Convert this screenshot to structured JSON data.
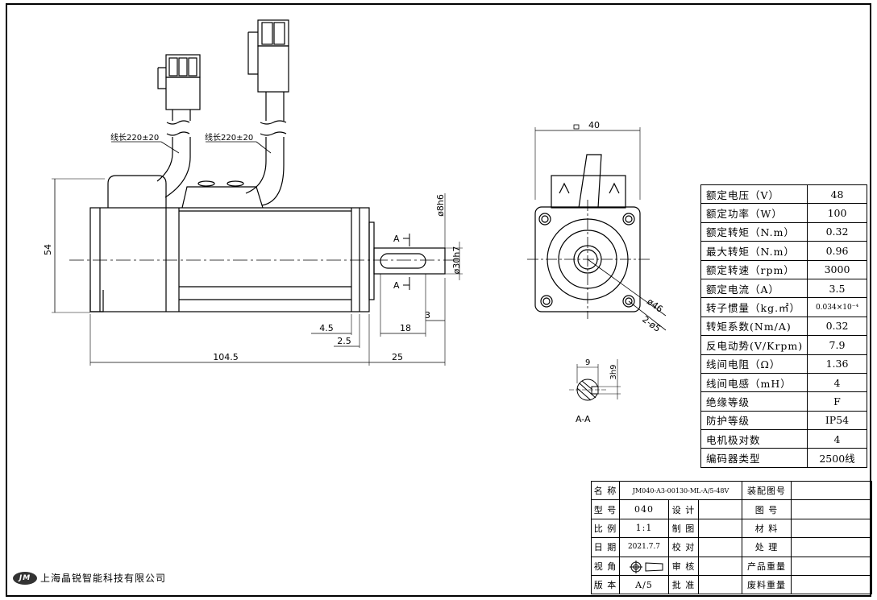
{
  "drawing": {
    "side_view": {
      "cable_labels": [
        "线长220±20",
        "线长220±20"
      ],
      "dimensions": {
        "height": "54",
        "total_length": "104.5",
        "shaft_length": "25",
        "key_length": "18",
        "key_offset": "3",
        "flange_width": "4.5",
        "spigot_width": "2.5",
        "shaft_dia": "ø8h6",
        "spigot_dia": "ø30h7"
      },
      "section_marks": [
        "A",
        "A"
      ]
    },
    "front_view": {
      "width_dim": "40",
      "bolt_circle": "ø46",
      "holes": "2-ø5"
    },
    "section": {
      "label": "A-A",
      "key_width": "9",
      "key_height": "3h9"
    }
  },
  "specs": [
    {
      "label": "额定电压（V）",
      "value": "48"
    },
    {
      "label": "额定功率（W）",
      "value": "100"
    },
    {
      "label": "额定转矩（N.m）",
      "value": "0.32"
    },
    {
      "label": "最大转矩（N.m）",
      "value": "0.96"
    },
    {
      "label": "额定转速（rpm）",
      "value": "3000"
    },
    {
      "label": "额定电流（A）",
      "value": "3.5"
    },
    {
      "label": "转子惯量（kg.㎡）",
      "value": "0.034×10⁻⁴"
    },
    {
      "label": "转矩系数(Nm/A)",
      "value": "0.32"
    },
    {
      "label": "反电动势(V/Krpm)",
      "value": "7.9"
    },
    {
      "label": "线间电阻（Ω）",
      "value": "1.36"
    },
    {
      "label": "线间电感（mH）",
      "value": "4"
    },
    {
      "label": "绝缘等级",
      "value": "F"
    },
    {
      "label": "防护等级",
      "value": "IP54"
    },
    {
      "label": "电机极对数",
      "value": "4"
    },
    {
      "label": "编码器类型",
      "value": "2500线"
    }
  ],
  "title_block": {
    "name_label": "名 称",
    "name_value": "JM040-A3-00130-ML-A/5-48V",
    "assembly_label": "装配图号",
    "model_label": "型 号",
    "model_value": "040",
    "design_label": "设 计",
    "drawing_no_label": "图 号",
    "scale_label": "比 例",
    "scale_value": "1:1",
    "drafter_label": "制 图",
    "material_label": "材 料",
    "date_label": "日 期",
    "date_value": "2021.7.7",
    "check_label": "校 对",
    "treatment_label": "处 理",
    "view_label": "视 角",
    "review_label": "审 核",
    "product_weight_label": "产品重量",
    "version_label": "版 本",
    "version_value": "A/5",
    "approve_label": "批 准",
    "scrap_weight_label": "废料重量"
  },
  "company": {
    "logo_text": "JM",
    "name": "上海晶锐智能科技有限公司"
  }
}
